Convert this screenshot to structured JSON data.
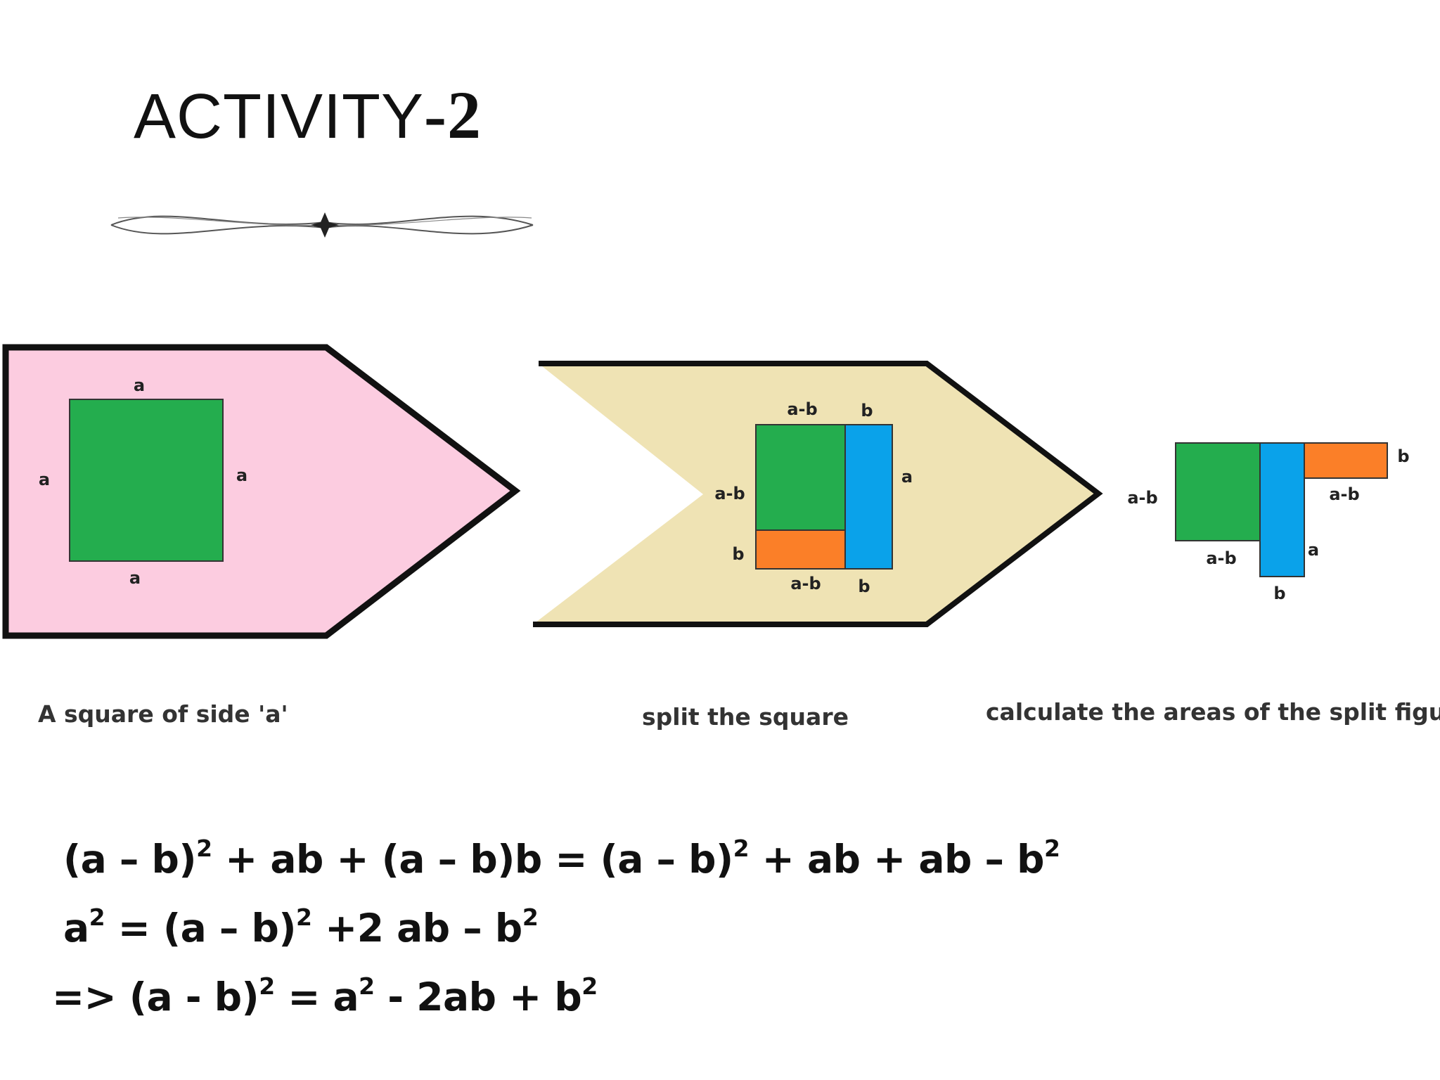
{
  "title": {
    "main": "ACTIVITY",
    "suffix": "-2"
  },
  "panels": [
    {
      "caption": "A square of side 'a'",
      "fill": "#fccce0",
      "labels": {
        "top": "a",
        "left": "a",
        "right": "a",
        "bottom": "a"
      }
    },
    {
      "caption": "split the square",
      "fill": "#efe3b4",
      "labels": {
        "top_left": "a-b",
        "top_right": "b",
        "left_top": "a-b",
        "left_bottom": "b",
        "right": "a",
        "bottom_left": "a-b",
        "bottom_right": "b"
      }
    },
    {
      "caption": "calculate the areas of the split figures",
      "labels": {
        "left": "a-b",
        "green_bottom": "a-b",
        "orange_right": "b",
        "orange_bottom": "a-b",
        "blue_right": "a",
        "blue_bottom": "b"
      }
    }
  ],
  "colors": {
    "green": "#24ad4e",
    "blue": "#0aa2ea",
    "orange": "#fb7f28",
    "outline": "#111111"
  },
  "equations": {
    "line1": {
      "a": "(a – b)",
      "b": " + ab + (a – b)b = (a – b)",
      "c": " + ab + ab – b",
      "sup": "2"
    },
    "line2": {
      "a": "a",
      "b": " =  (a – b)",
      "c": " +2 ab – b",
      "sup": "2"
    },
    "line3": {
      "a": "=>    (a - b)",
      "b": "  =  a",
      "c": " - 2ab + b",
      "sup": "2"
    }
  }
}
